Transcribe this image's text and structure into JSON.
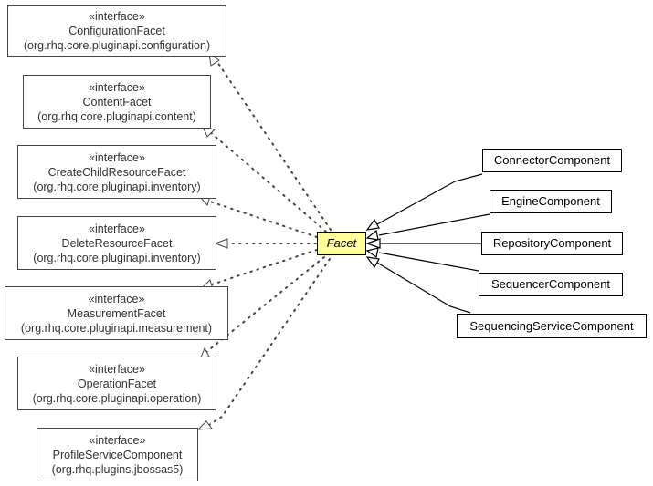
{
  "diagram": {
    "stereotype": "«interface»",
    "center": {
      "name": "Facet"
    },
    "interfaces": [
      {
        "id": "configuration",
        "name": "ConfigurationFacet",
        "package": "(org.rhq.core.pluginapi.configuration)"
      },
      {
        "id": "content",
        "name": "ContentFacet",
        "package": "(org.rhq.core.pluginapi.content)"
      },
      {
        "id": "create-child",
        "name": "CreateChildResourceFacet",
        "package": "(org.rhq.core.pluginapi.inventory)"
      },
      {
        "id": "delete-resource",
        "name": "DeleteResourceFacet",
        "package": "(org.rhq.core.pluginapi.inventory)"
      },
      {
        "id": "measurement",
        "name": "MeasurementFacet",
        "package": "(org.rhq.core.pluginapi.measurement)"
      },
      {
        "id": "operation",
        "name": "OperationFacet",
        "package": "(org.rhq.core.pluginapi.operation)"
      },
      {
        "id": "profile-service",
        "name": "ProfileServiceComponent",
        "package": "(org.rhq.plugins.jbossas5)"
      }
    ],
    "components": [
      {
        "id": "connector",
        "name": "ConnectorComponent"
      },
      {
        "id": "engine",
        "name": "EngineComponent"
      },
      {
        "id": "repository",
        "name": "RepositoryComponent"
      },
      {
        "id": "sequencer",
        "name": "SequencerComponent"
      },
      {
        "id": "sequencing-service",
        "name": "SequencingServiceComponent"
      }
    ]
  }
}
